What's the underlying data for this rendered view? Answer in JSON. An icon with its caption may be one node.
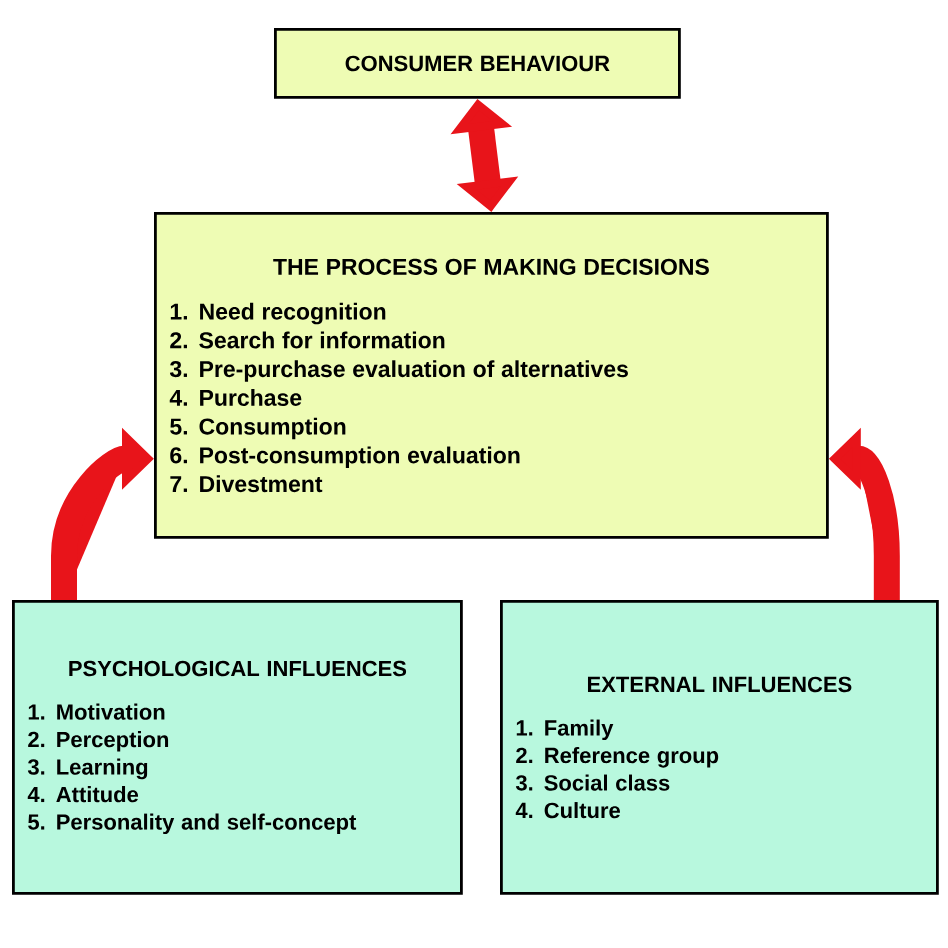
{
  "diagram": {
    "nodes": [
      {
        "text": [
          "CONSUMER BEHAVIOUR"
        ]
      },
      {
        "text": [
          "THE PROCESS OF MAKING DECISIONS",
          "1. Need recognition",
          "2. Search for information",
          "3. Pre-purchase evaluation of alternatives",
          "4. Purchase",
          "5. Consumption",
          "6. Post-consumption evaluation",
          "7. Divestment"
        ]
      },
      {
        "text": [
          "PSYCHOLOGICAL INFLUENCES",
          "1. Motivation",
          "2. Perception",
          "3. Learning",
          "4. Attitude",
          "5. Personality and self-concept"
        ]
      },
      {
        "text": [
          "EXTERNAL INFLUENCES",
          "1. Family",
          "2. Reference group",
          "3. Social class",
          "4. Culture"
        ]
      }
    ],
    "edges": [
      {
        "from": 0,
        "to": 1,
        "arrow": "both"
      },
      {
        "from": 2,
        "to": 1,
        "arrow": "to"
      },
      {
        "from": 3,
        "to": 1,
        "arrow": "to"
      }
    ]
  }
}
